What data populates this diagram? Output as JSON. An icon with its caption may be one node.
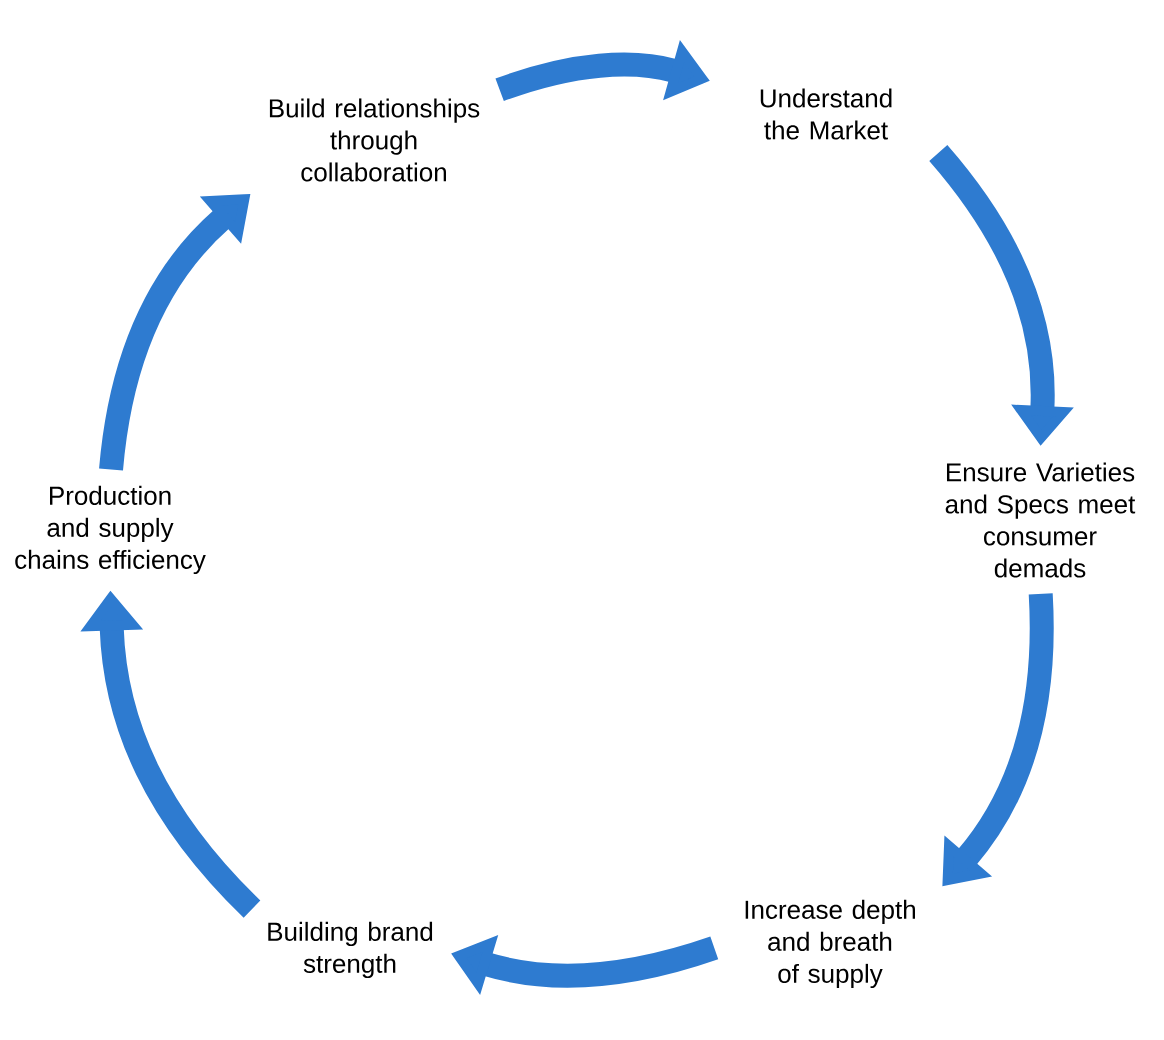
{
  "diagram": {
    "nodes": [
      {
        "text": [
          "Build relationships through collaboration"
        ]
      },
      {
        "text": [
          "Understand the Market"
        ]
      },
      {
        "text": [
          "Ensure Varieties and Specs meet consumer demads"
        ]
      },
      {
        "text": [
          "Increase depth and breath of supply"
        ]
      },
      {
        "text": [
          "Building brand strength"
        ]
      },
      {
        "text": [
          "Production and supply chains efficiency"
        ]
      }
    ],
    "edges": [
      {
        "from": 0,
        "to": 1,
        "arrow": "to"
      },
      {
        "from": 1,
        "to": 2,
        "arrow": "to"
      },
      {
        "from": 2,
        "to": 3,
        "arrow": "to"
      },
      {
        "from": 3,
        "to": 4,
        "arrow": "to"
      },
      {
        "from": 4,
        "to": 5,
        "arrow": "to"
      },
      {
        "from": 5,
        "to": 0,
        "arrow": "to"
      }
    ]
  }
}
